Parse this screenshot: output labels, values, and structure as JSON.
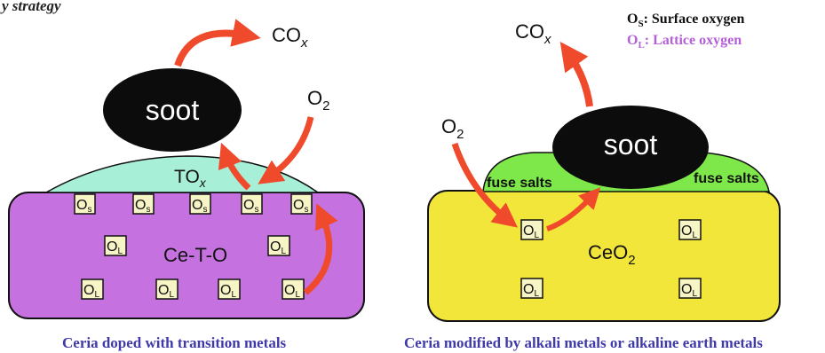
{
  "header": {
    "fragment": "y strategy"
  },
  "legend": {
    "surface": {
      "symbol": "O",
      "sub": "S",
      "label": ": Surface oxygen",
      "color": "#111111"
    },
    "lattice": {
      "symbol": "O",
      "sub": "L",
      "label": ": Lattice oxygen",
      "color": "#b35fd6"
    }
  },
  "left_panel": {
    "caption": "Ceria doped with transition metals",
    "soot": "soot",
    "product": {
      "main": "CO",
      "sub": "x"
    },
    "oxidant": {
      "main": "O",
      "sub": "2"
    },
    "overlayer": {
      "main": "TO",
      "sub": "x"
    },
    "substrate": "Ce-T-O",
    "surface_site": {
      "main": "O",
      "sub": "s"
    },
    "lattice_site": {
      "main": "O",
      "sub": "L"
    }
  },
  "right_panel": {
    "caption": "Ceria modified by alkali metals or alkaline earth metals",
    "soot": "soot",
    "product": {
      "main": "CO",
      "sub": "x"
    },
    "oxidant": {
      "main": "O",
      "sub": "2"
    },
    "salt_left": "fuse salts",
    "salt_right": "fuse salts",
    "substrate": {
      "main": "CeO",
      "sub": "2"
    },
    "lattice_site": {
      "main": "O",
      "sub": "L"
    }
  },
  "colors": {
    "caption": "#3f3aa8",
    "arrow": "#f04a2c",
    "left_substrate": "#c572e0",
    "left_overlayer": "#a8efd8",
    "right_substrate": "#f2e63a",
    "right_salt": "#7ee84a",
    "soot": "#0c0c0c",
    "site_box": "#f7f4c6"
  }
}
